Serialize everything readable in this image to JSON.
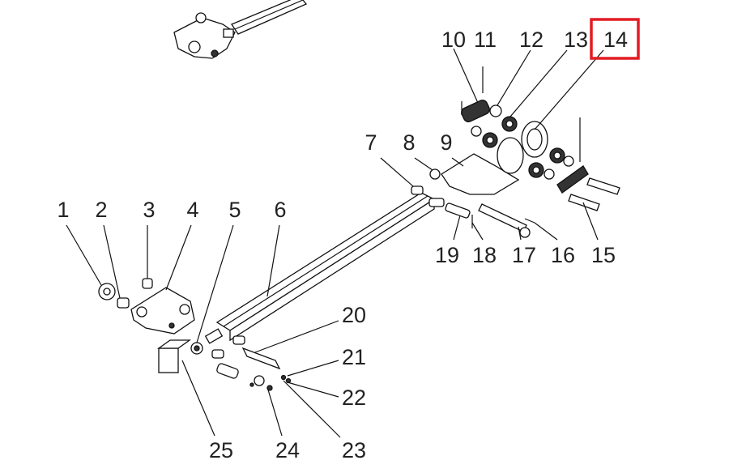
{
  "diagram": {
    "highlight_color": "#e31c23",
    "highlighted_label": "14",
    "labels": [
      "1",
      "2",
      "3",
      "4",
      "5",
      "6",
      "7",
      "8",
      "9",
      "10",
      "11",
      "12",
      "13",
      "14",
      "15",
      "16",
      "17",
      "18",
      "19",
      "20",
      "21",
      "22",
      "23",
      "24",
      "25"
    ]
  }
}
